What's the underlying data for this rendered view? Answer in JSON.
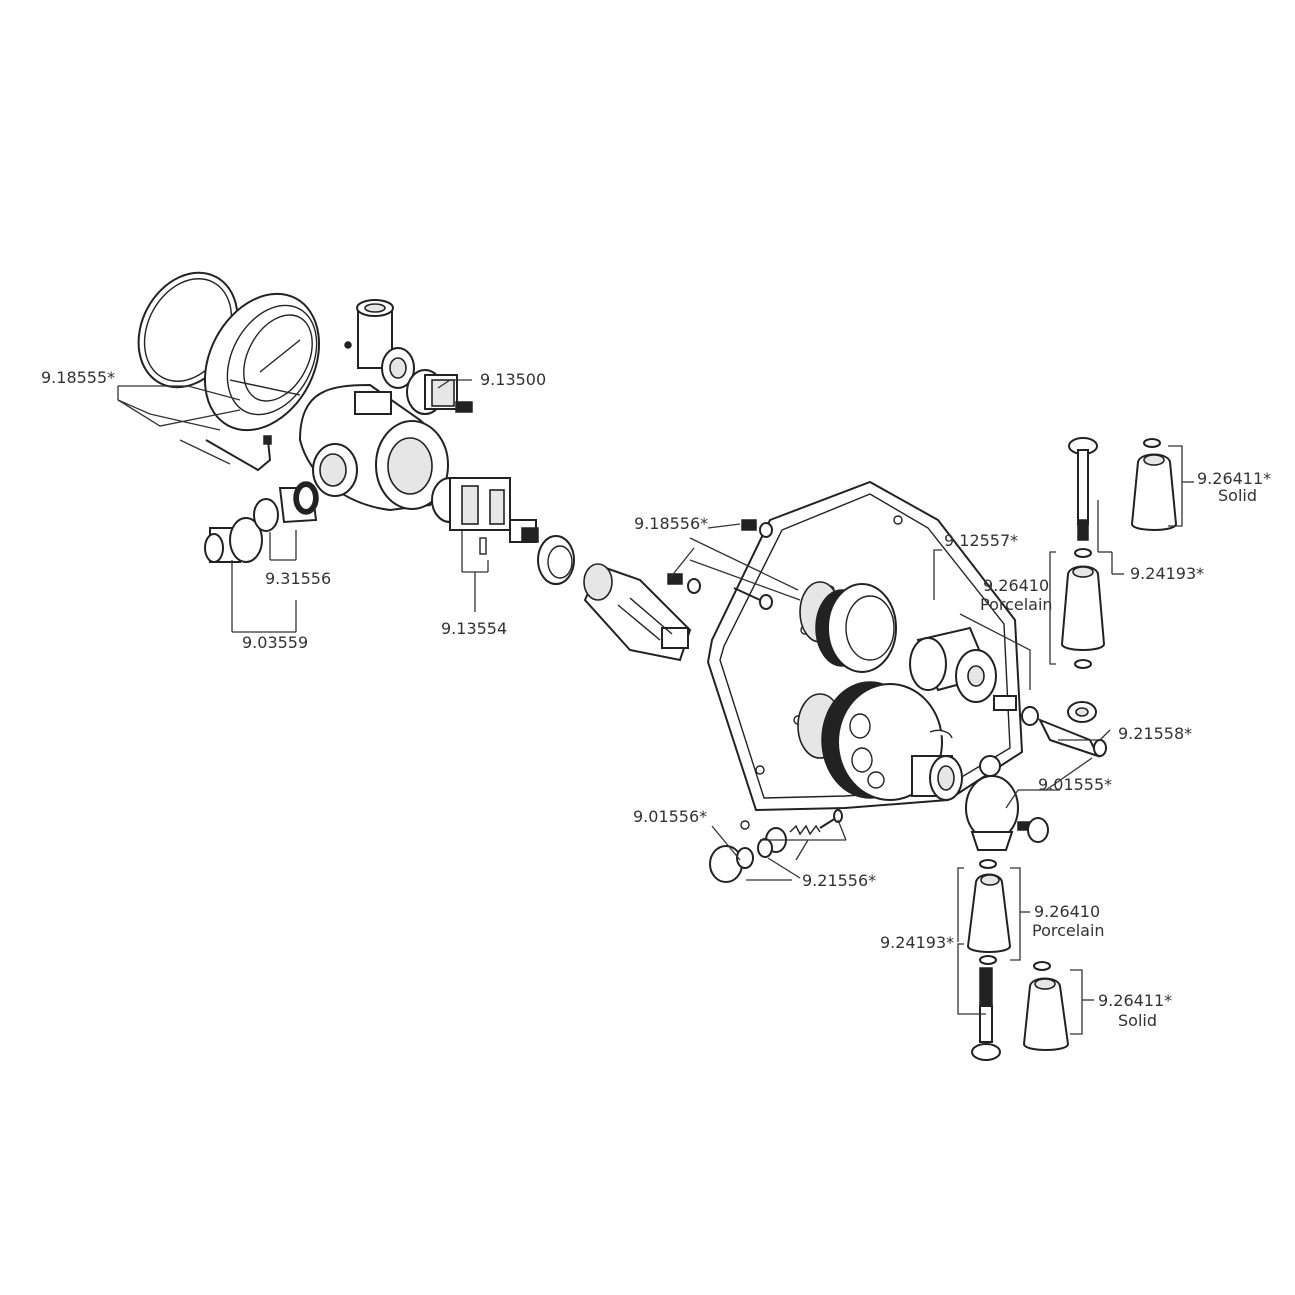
{
  "labels": {
    "p918555": "9.18555*",
    "p913500": "9.13500",
    "p931556": "9.31556",
    "p903559": "9.03559",
    "p913554": "9.13554",
    "p918556": "9.18556*",
    "p912557": "9.12557*",
    "p926411_top": "9.26411*",
    "p926411_top_sub": "Solid",
    "p924193_top": "9.24193*",
    "p926410_top": "9.26410",
    "p926410_top_sub": "Porcelain",
    "p921558": "9.21558*",
    "p901555": "9.01555*",
    "p901556": "9.01556*",
    "p921556": "9.21556*",
    "p926410_bottom": "9.26410",
    "p926410_bottom_sub": "Porcelain",
    "p924193_bottom": "9.24193*",
    "p926411_bottom": "9.26411*",
    "p926411_bottom_sub": "Solid"
  },
  "colors": {
    "line": "#222222",
    "label": "#333333",
    "background": "#ffffff"
  }
}
